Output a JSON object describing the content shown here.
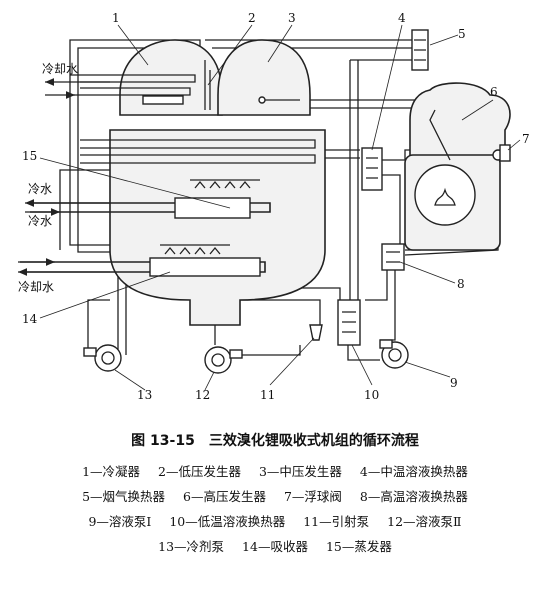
{
  "callouts": {
    "n1": "1",
    "n2": "2",
    "n3": "3",
    "n4": "4",
    "n5": "5",
    "n6": "6",
    "n7": "7",
    "n8": "8",
    "n9": "9",
    "n10": "10",
    "n11": "11",
    "n12": "12",
    "n13": "13",
    "n14": "14",
    "n15": "15"
  },
  "side_labels": {
    "cooling_water_top": "冷却水",
    "cold_water_in": "冷水",
    "cold_water_out": "冷水",
    "cooling_water_bottom": "冷却水"
  },
  "caption": {
    "title": "图 13-15　三效溴化锂吸收式机组的循环流程",
    "legend_lines": [
      [
        "1—冷凝器",
        "2—低压发生器",
        "3—中压发生器",
        "4—中温溶液换热器"
      ],
      [
        "5—烟气换热器",
        "6—高压发生器",
        "7—浮球阀",
        "8—高温溶液换热器"
      ],
      [
        "9—溶液泵Ⅰ",
        "10—低温溶液换热器",
        "11—引射泵",
        "12—溶液泵Ⅱ"
      ],
      [
        "13—冷剂泵",
        "14—吸收器",
        "15—蒸发器"
      ]
    ]
  }
}
